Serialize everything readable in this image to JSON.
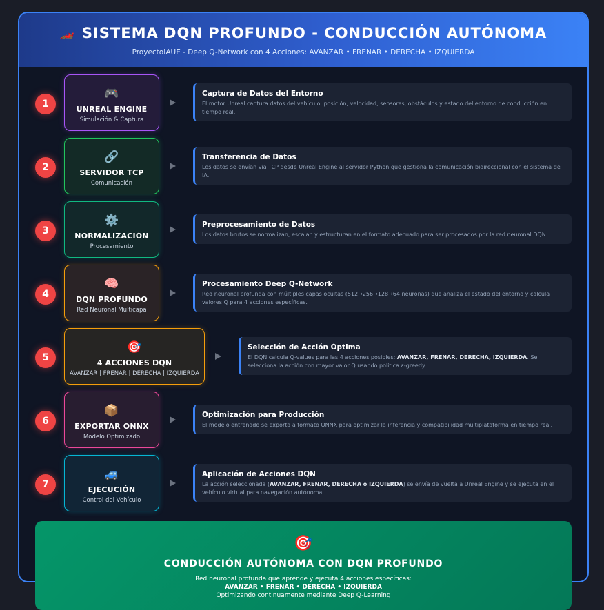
{
  "header": {
    "icon": "race-car-icon",
    "title": "SISTEMA DQN PROFUNDO - CONDUCCIÓN AUTÓNOMA",
    "subtitle": "ProyectoIAUE - Deep Q-Network con 4 Acciones: AVANZAR • FRENAR • DERECHA • IZQUIERDA"
  },
  "steps": [
    {
      "number": "1",
      "icon": "gamepad-icon",
      "icon_glyph": "🎮",
      "title": "UNREAL ENGINE",
      "subtitle": "Simulación & Captura",
      "color": "#a855f7",
      "bg": "#241c3a",
      "desc_title": "Captura de Datos del Entorno",
      "desc_text": "El motor Unreal captura datos del vehículo: posición, velocidad, sensores, obstáculos y estado del entorno de conducción en tiempo real."
    },
    {
      "number": "2",
      "icon": "link-icon",
      "icon_glyph": "🔗",
      "title": "SERVIDOR TCP",
      "subtitle": "Comunicación",
      "color": "#22c55e",
      "bg": "#132a26",
      "desc_title": "Transferencia de Datos",
      "desc_text": "Los datos se envían vía TCP desde Unreal Engine al servidor Python que gestiona la comunicación bidireccional con el sistema de IA."
    },
    {
      "number": "3",
      "icon": "gear-icon",
      "icon_glyph": "⚙️",
      "title": "NORMALIZACIÓN",
      "subtitle": "Procesamiento",
      "color": "#10b981",
      "bg": "#12282a",
      "desc_title": "Preprocesamiento de Datos",
      "desc_text": "Los datos brutos se normalizan, escalan y estructuran en el formato adecuado para ser procesados por la red neuronal DQN."
    },
    {
      "number": "4",
      "icon": "brain-icon",
      "icon_glyph": "🧠",
      "title": "DQN PROFUNDO",
      "subtitle": "Red Neuronal Multicapa",
      "color": "#f59e0b",
      "bg": "#2a2326",
      "desc_title": "Procesamiento Deep Q-Network",
      "desc_text": "Red neuronal profunda con múltiples capas ocultas (512→256→128→64 neuronas) que analiza el estado del entorno y calcula valores Q para 4 acciones específicas."
    },
    {
      "number": "5",
      "icon": "target-icon",
      "icon_glyph": "🎯",
      "title": "4 ACCIONES DQN",
      "subtitle": "AVANZAR | FRENAR | DERECHA | IZQUIERDA",
      "color": "#f59e0b",
      "bg": "#262523",
      "desc_title": "Selección de Acción Óptima",
      "desc_pre": "El DQN calcula Q-values para las 4 acciones posibles: ",
      "desc_bold": "AVANZAR, FRENAR, DERECHA, IZQUIERDA",
      "desc_post": ". Se selecciona la acción con mayor valor Q usando política ε-greedy."
    },
    {
      "number": "6",
      "icon": "package-icon",
      "icon_glyph": "📦",
      "title": "EXPORTAR ONNX",
      "subtitle": "Modelo Optimizado",
      "color": "#ec4899",
      "bg": "#281d30",
      "desc_title": "Optimización para Producción",
      "desc_text": "El modelo entrenado se exporta a formato ONNX para optimizar la inferencia y compatibilidad multiplataforma en tiempo real."
    },
    {
      "number": "7",
      "icon": "car-icon",
      "icon_glyph": "🚙",
      "title": "EJECUCIÓN",
      "subtitle": "Control del Vehículo",
      "color": "#06b6d4",
      "bg": "#112536",
      "desc_title": "Aplicación de Acciones DQN",
      "desc_pre": "La acción seleccionada (",
      "desc_bold": "AVANZAR, FRENAR, DERECHA o IZQUIERDA",
      "desc_post": ") se envía de vuelta a Unreal Engine y se ejecuta en el vehículo virtual para navegación autónoma."
    }
  ],
  "footer": {
    "icon": "target-icon",
    "icon_glyph": "🎯",
    "title": "CONDUCCIÓN AUTÓNOMA CON DQN PROFUNDO",
    "line1": "Red neuronal profunda que aprende y ejecuta 4 acciones específicas:",
    "line2": "AVANZAR • FRENAR • DERECHA • IZQUIERDA",
    "line3": "Optimizando continuamente mediante Deep Q-Learning"
  }
}
